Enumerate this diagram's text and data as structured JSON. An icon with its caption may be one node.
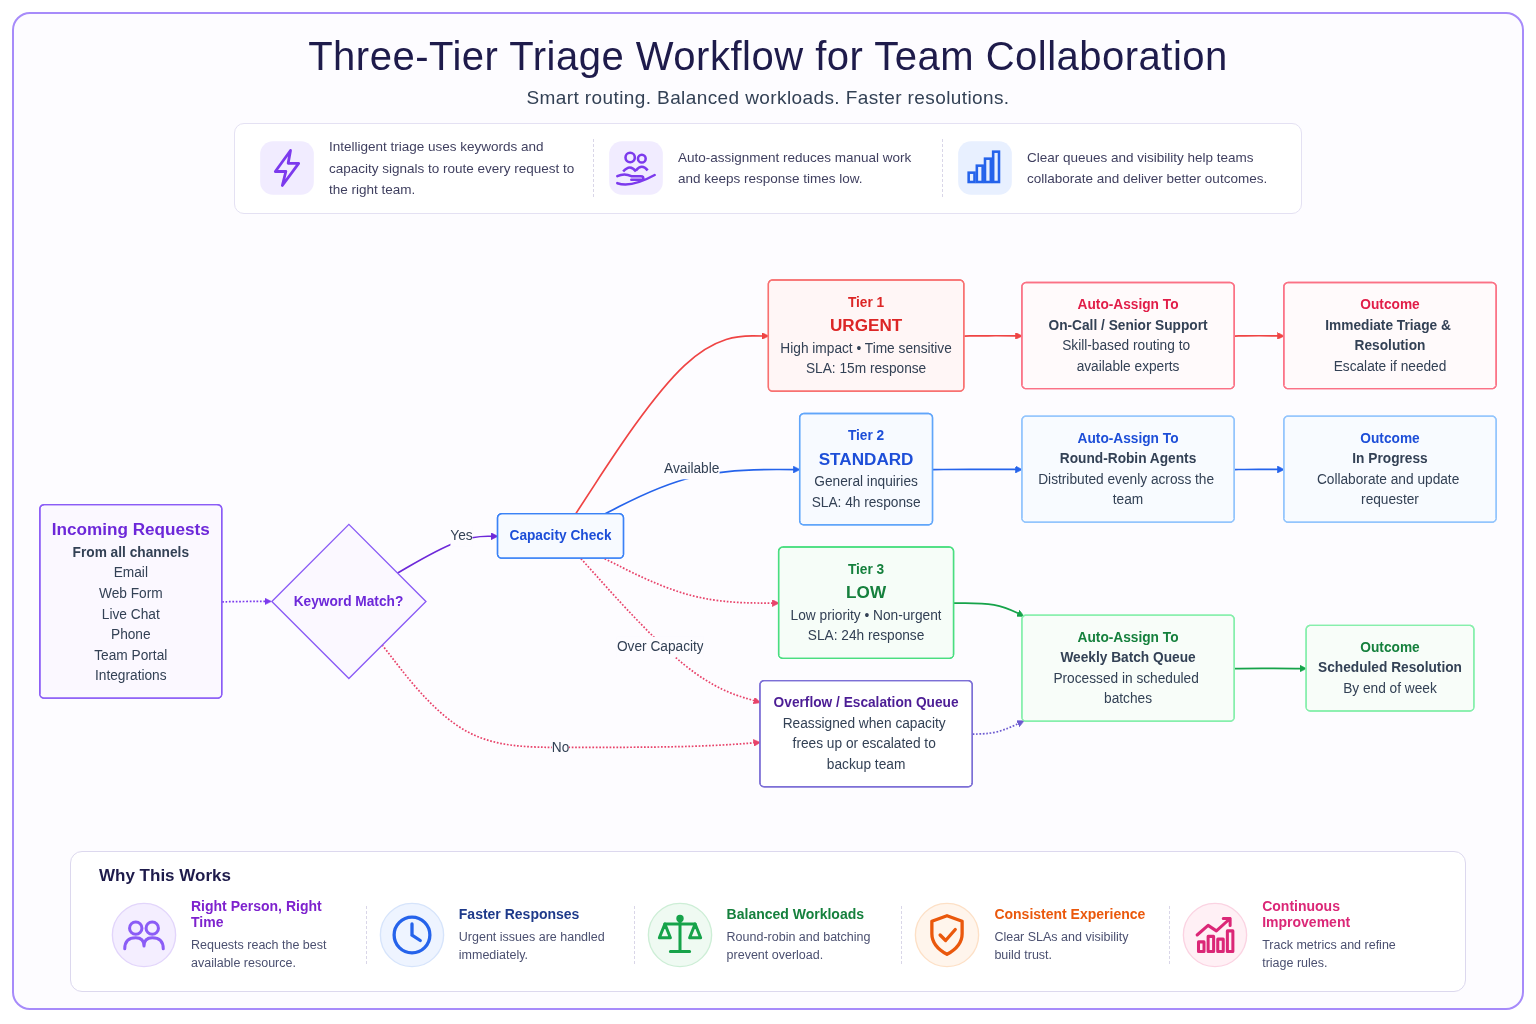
{
  "diagram": {
    "title": "Three-Tier Triage Workflow for Team Collaboration",
    "nodes": [
      {
        "text": [
          "Incoming Requests",
          "From all channels",
          "Email",
          "Web Form",
          "Live Chat",
          "Phone",
          "Team Portal",
          "Integrations"
        ]
      },
      {
        "text": [
          "Keyword Match?"
        ]
      },
      {
        "text": [
          "Capacity Check"
        ]
      },
      {
        "text": [
          "Tier 1",
          "URGENT",
          "High impact • Time sensitive",
          "SLA: 15m response"
        ]
      },
      {
        "text": [
          "Auto-Assign To",
          "On-Call / Senior Support",
          "Skill-based routing to available experts"
        ]
      },
      {
        "text": [
          "Outcome",
          "Immediate Triage & Resolution",
          "Escalate if needed"
        ]
      },
      {
        "text": [
          "Tier 2",
          "STANDARD",
          "General inquiries",
          "SLA: 4h response"
        ]
      },
      {
        "text": [
          "Auto-Assign To",
          "Round-Robin Agents",
          "Distributed evenly across the team"
        ]
      },
      {
        "text": [
          "Outcome",
          "In Progress",
          "Collaborate and update requester"
        ]
      },
      {
        "text": [
          "Tier 3",
          "LOW",
          "Low priority • Non-urgent",
          "SLA: 24h response"
        ]
      },
      {
        "text": [
          "Auto-Assign To",
          "Weekly Batch Queue",
          "Processed in scheduled batches"
        ]
      },
      {
        "text": [
          "Outcome",
          "Scheduled Resolution",
          "By end of week"
        ]
      },
      {
        "text": [
          "Overflow / Escalation Queue",
          "Reassigned when capacity frees up or escalated to backup team"
        ]
      }
    ],
    "edges": [
      {
        "from": 0,
        "to": 1,
        "arrow": "to",
        "style": "dashed",
        "color": "#7c3aed"
      },
      {
        "from": 1,
        "to": 2,
        "arrow": "to",
        "label": "Yes",
        "color": "#6d28d9"
      },
      {
        "from": 1,
        "to": 12,
        "arrow": "to",
        "label": "No",
        "style": "dashed",
        "color": "#e8436a"
      },
      {
        "from": 2,
        "to": 3,
        "arrow": "to",
        "color": "#ef4444"
      },
      {
        "from": 2,
        "to": 6,
        "arrow": "to",
        "label": "Available",
        "color": "#2563eb"
      },
      {
        "from": 2,
        "to": 9,
        "arrow": "to",
        "style": "dashed",
        "color": "#e8436a"
      },
      {
        "from": 2,
        "to": 12,
        "arrow": "to",
        "label": "Over Capacity",
        "style": "dashed",
        "color": "#e8436a"
      },
      {
        "from": 3,
        "to": 4,
        "arrow": "to",
        "color": "#ef4444"
      },
      {
        "from": 4,
        "to": 5,
        "arrow": "to",
        "color": "#ef4444"
      },
      {
        "from": 6,
        "to": 7,
        "arrow": "to",
        "color": "#2563eb"
      },
      {
        "from": 7,
        "to": 8,
        "arrow": "to",
        "color": "#2563eb"
      },
      {
        "from": 9,
        "to": 10,
        "arrow": "to",
        "color": "#16a34a"
      },
      {
        "from": 10,
        "to": 11,
        "arrow": "to",
        "color": "#16a34a"
      },
      {
        "from": 12,
        "to": 10,
        "arrow": "to",
        "style": "dashed",
        "color": "#6d5bd0"
      }
    ],
    "labels": [
      "Smart routing. Balanced workloads. Faster resolutions.",
      "Intelligent triage uses keywords and capacity signals to route every request to the right team.",
      "Auto-assignment reduces manual work and keeps response times low.",
      "Clear queues and visibility help teams collaborate and deliver better outcomes.",
      "Why This Works",
      "Right Person, Right Time",
      "Requests reach the best available resource.",
      "Faster Responses",
      "Urgent issues are handled immediately.",
      "Balanced Workloads",
      "Round-robin and batching prevent overload.",
      "Consistent Experience",
      "Clear SLAs and visibility build trust.",
      "Continuous Improvement",
      "Track metrics and refine triage rules."
    ]
  }
}
